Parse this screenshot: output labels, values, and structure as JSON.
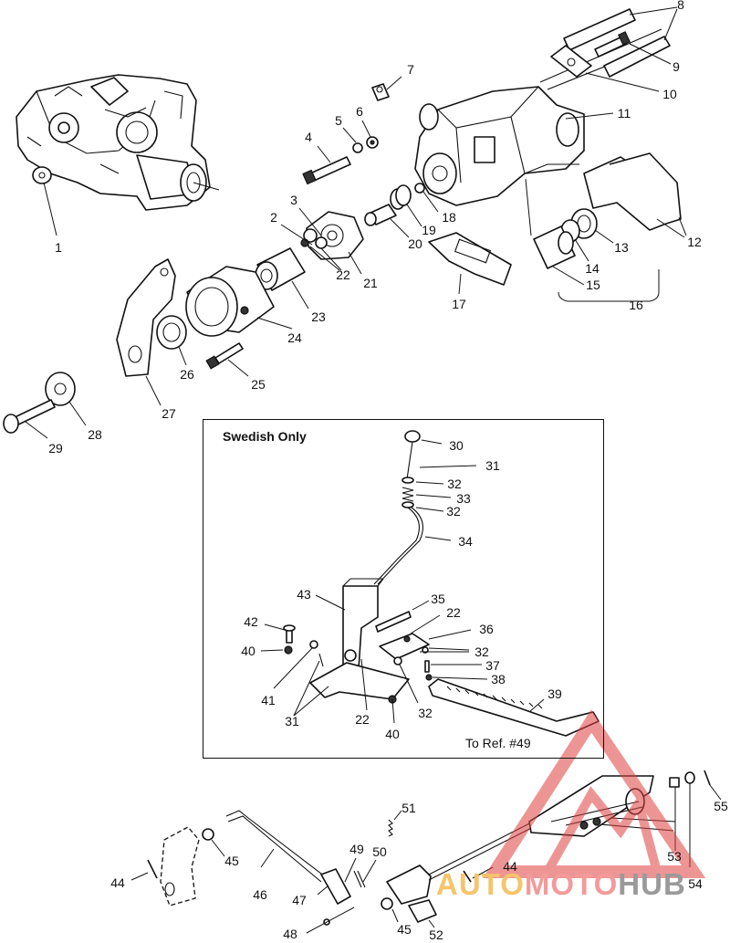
{
  "inset": {
    "title": "Swedish Only",
    "ref_note": "To Ref. #49"
  },
  "watermark": {
    "part1": "AUTO",
    "part2": "MOTO",
    "part3": "HUB"
  },
  "callouts": [
    {
      "id": "c1",
      "text": "1"
    },
    {
      "id": "c2",
      "text": "2"
    },
    {
      "id": "c3",
      "text": "3"
    },
    {
      "id": "c4",
      "text": "4"
    },
    {
      "id": "c5",
      "text": "5"
    },
    {
      "id": "c6",
      "text": "6"
    },
    {
      "id": "c7",
      "text": "7"
    },
    {
      "id": "c8",
      "text": "8"
    },
    {
      "id": "c9",
      "text": "9"
    },
    {
      "id": "c10",
      "text": "10"
    },
    {
      "id": "c11",
      "text": "11"
    },
    {
      "id": "c12",
      "text": "12"
    },
    {
      "id": "c13",
      "text": "13"
    },
    {
      "id": "c14",
      "text": "14"
    },
    {
      "id": "c15",
      "text": "15"
    },
    {
      "id": "c16",
      "text": "16"
    },
    {
      "id": "c17",
      "text": "17"
    },
    {
      "id": "c18",
      "text": "18"
    },
    {
      "id": "c19",
      "text": "19"
    },
    {
      "id": "c20",
      "text": "20"
    },
    {
      "id": "c21",
      "text": "21"
    },
    {
      "id": "c22a",
      "text": "22"
    },
    {
      "id": "c23",
      "text": "23"
    },
    {
      "id": "c24",
      "text": "24"
    },
    {
      "id": "c25",
      "text": "25"
    },
    {
      "id": "c26",
      "text": "26"
    },
    {
      "id": "c27",
      "text": "27"
    },
    {
      "id": "c28",
      "text": "28"
    },
    {
      "id": "c29",
      "text": "29"
    },
    {
      "id": "c30",
      "text": "30"
    },
    {
      "id": "c31a",
      "text": "31"
    },
    {
      "id": "c32a",
      "text": "32"
    },
    {
      "id": "c33",
      "text": "33"
    },
    {
      "id": "c32b",
      "text": "32"
    },
    {
      "id": "c34",
      "text": "34"
    },
    {
      "id": "c43",
      "text": "43"
    },
    {
      "id": "c35",
      "text": "35"
    },
    {
      "id": "c22b",
      "text": "22"
    },
    {
      "id": "c42",
      "text": "42"
    },
    {
      "id": "c36",
      "text": "36"
    },
    {
      "id": "c40a",
      "text": "40"
    },
    {
      "id": "c32c",
      "text": "32"
    },
    {
      "id": "c37",
      "text": "37"
    },
    {
      "id": "c38",
      "text": "38"
    },
    {
      "id": "c41",
      "text": "41"
    },
    {
      "id": "c39",
      "text": "39"
    },
    {
      "id": "c31b",
      "text": "31"
    },
    {
      "id": "c22c",
      "text": "22"
    },
    {
      "id": "c32d",
      "text": "32"
    },
    {
      "id": "c40b",
      "text": "40"
    },
    {
      "id": "c51",
      "text": "51"
    },
    {
      "id": "c55",
      "text": "55"
    },
    {
      "id": "c49",
      "text": "49"
    },
    {
      "id": "c50",
      "text": "50"
    },
    {
      "id": "c53",
      "text": "53"
    },
    {
      "id": "c44a",
      "text": "44"
    },
    {
      "id": "c45a",
      "text": "45"
    },
    {
      "id": "c44b",
      "text": "44"
    },
    {
      "id": "c54",
      "text": "54"
    },
    {
      "id": "c46",
      "text": "46"
    },
    {
      "id": "c47",
      "text": "47"
    },
    {
      "id": "c48",
      "text": "48"
    },
    {
      "id": "c45b",
      "text": "45"
    },
    {
      "id": "c52",
      "text": "52"
    }
  ]
}
